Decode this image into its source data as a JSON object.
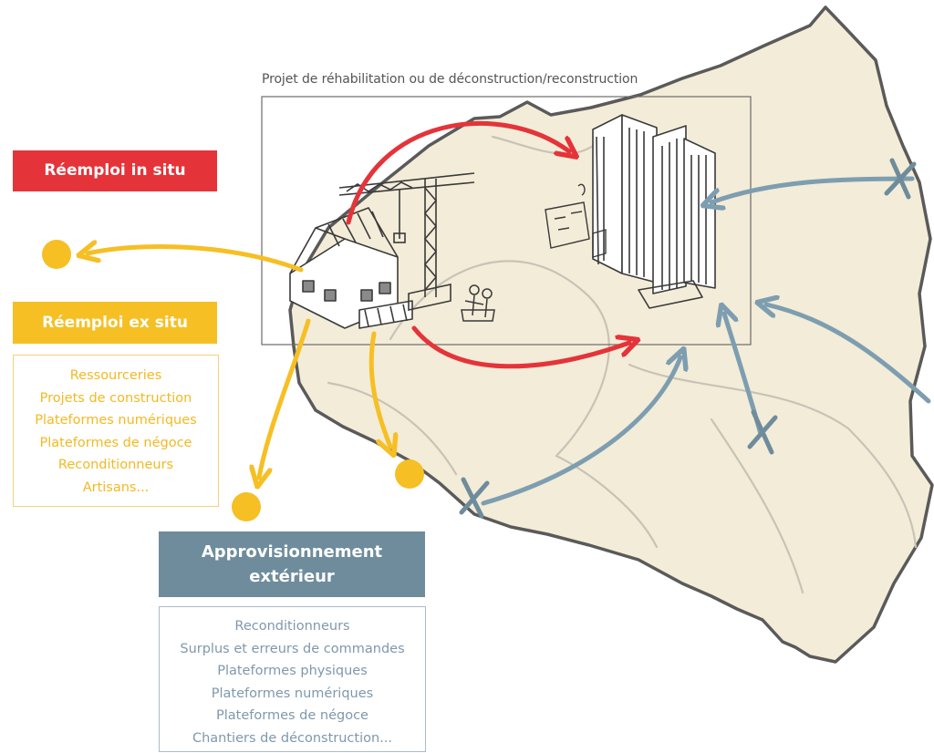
{
  "colors": {
    "red": "#e4343a",
    "yellow": "#f6bf24",
    "blue_grey": "#6e8c9c",
    "blue_arrow": "#7d9eb0",
    "territory_fill": "#f3ecd8",
    "territory_outline": "#5a5a5a"
  },
  "project": {
    "title": "Projet de réhabilitation ou de déconstruction/reconstruction"
  },
  "in_situ": {
    "label": "Réemploi in situ"
  },
  "ex_situ": {
    "label": "Réemploi ex situ",
    "items": [
      "Ressourceries",
      "Projets de construction",
      "Plateformes numériques",
      "Plateformes de négoce",
      "Reconditionneurs",
      "Artisans..."
    ]
  },
  "external": {
    "label_line1": "Approvisionnement",
    "label_line2": "extérieur",
    "items": [
      "Reconditionneurs",
      "Surplus et erreurs de commandes",
      "Plateformes physiques",
      "Plateformes numériques",
      "Plateformes de négoce",
      "Chantiers de déconstruction..."
    ]
  },
  "icons": [
    "old-house-sketch",
    "crane-sketch",
    "workers-sketch",
    "new-building-sketch",
    "site-machinery-sketch",
    "blocked-cross-icon"
  ]
}
